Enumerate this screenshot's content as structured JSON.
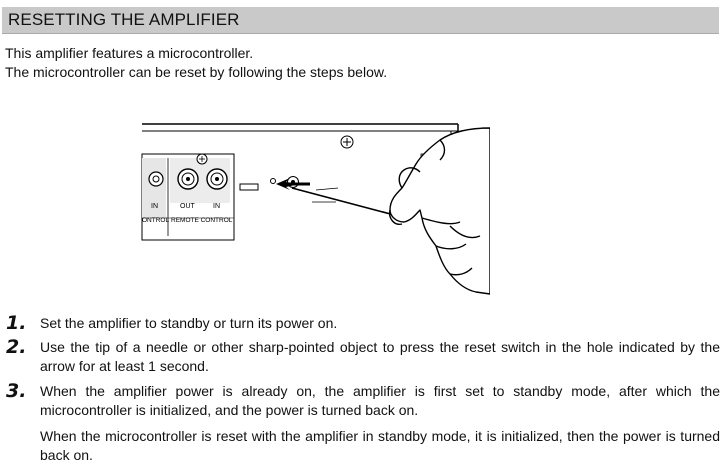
{
  "section": {
    "title": "RESETTING THE AMPLIFIER"
  },
  "intro": {
    "line1": "This amplifier features a microcontroller.",
    "line2": "The microcontroller can be reset by following the steps below."
  },
  "figure": {
    "label_in_left": "IN",
    "label_out": "OUT",
    "label_in_right": "IN",
    "label_control_left": "ONTROL",
    "label_remote_control": "REMOTE CONTROL"
  },
  "steps": [
    {
      "number": "1.",
      "text": "Set the amplifier to standby or turn its power on."
    },
    {
      "number": "2.",
      "text": "Use the tip of a needle or other sharp-pointed object to press the reset switch in the hole indicated by the arrow for at least 1 second."
    },
    {
      "number": "3.",
      "text": "When the amplifier power is already on, the amplifier is first set to standby mode, after which the microcontroller is initialized, and the power is turned back on.",
      "note": "When the microcontroller is reset with the amplifier in standby mode, it is initialized, then the power is turned back on."
    }
  ]
}
